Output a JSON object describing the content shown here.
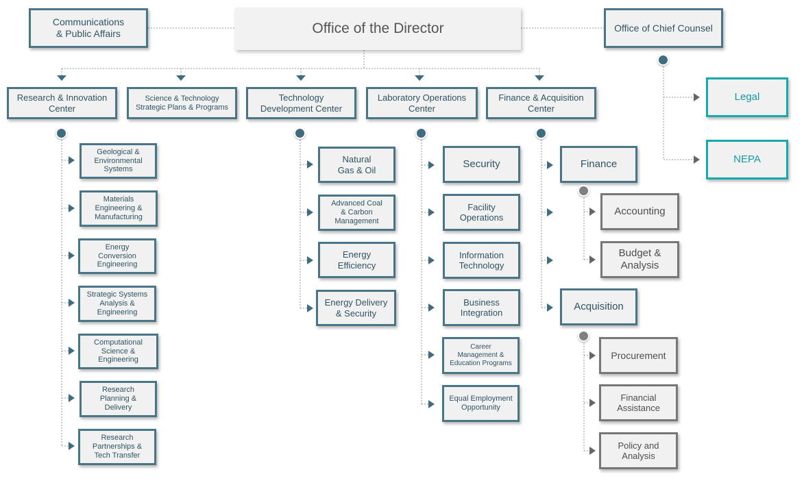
{
  "director": "Office of the Director",
  "communications": "Communications\n& Public Affairs",
  "chief_counsel": "Office of Chief Counsel",
  "legal": {
    "items": [
      "Legal",
      "NEPA"
    ]
  },
  "centers": [
    "Research & Innovation\nCenter",
    "Science & Technology\nStrategic Plans & Programs",
    "Technology\nDevelopment Center",
    "Laboratory Operations\nCenter",
    "Finance & Acquisition\nCenter"
  ],
  "research_innovation": {
    "units": [
      "Geological &\nEnvironmental\nSystems",
      "Materials\nEngineering &\nManufacturing",
      "Energy\nConversion\nEngineering",
      "Strategic Systems\nAnalysis &\nEngineering",
      "Computational\nScience &\nEngineering",
      "Research\nPlanning &\nDelivery",
      "Research\nPartnerships &\nTech Transfer"
    ]
  },
  "technology_development": {
    "units": [
      "Natural\nGas & Oil",
      "Advanced Coal\n& Carbon\nManagement",
      "Energy\nEfficiency",
      "Energy Delivery\n& Security"
    ]
  },
  "laboratory_operations": {
    "units": [
      "Security",
      "Facility\nOperations",
      "Information\nTechnology",
      "Business\nIntegration",
      "Career\nManagement &\nEducation Programs",
      "Equal Employment\nOpportunity"
    ]
  },
  "finance_acquisition": {
    "finance": "Finance",
    "finance_units": [
      "Accounting",
      "Budget &\nAnalysis"
    ],
    "acquisition": "Acquisition",
    "acquisition_units": [
      "Procurement",
      "Financial\nAssistance",
      "Policy and\nAnalysis"
    ]
  },
  "colors": {
    "blue": "#4a7586",
    "gray": "#777777",
    "teal": "#19a9ad",
    "dot_blue": "#3f6c7f",
    "dot_gray": "#7f7f7f"
  }
}
